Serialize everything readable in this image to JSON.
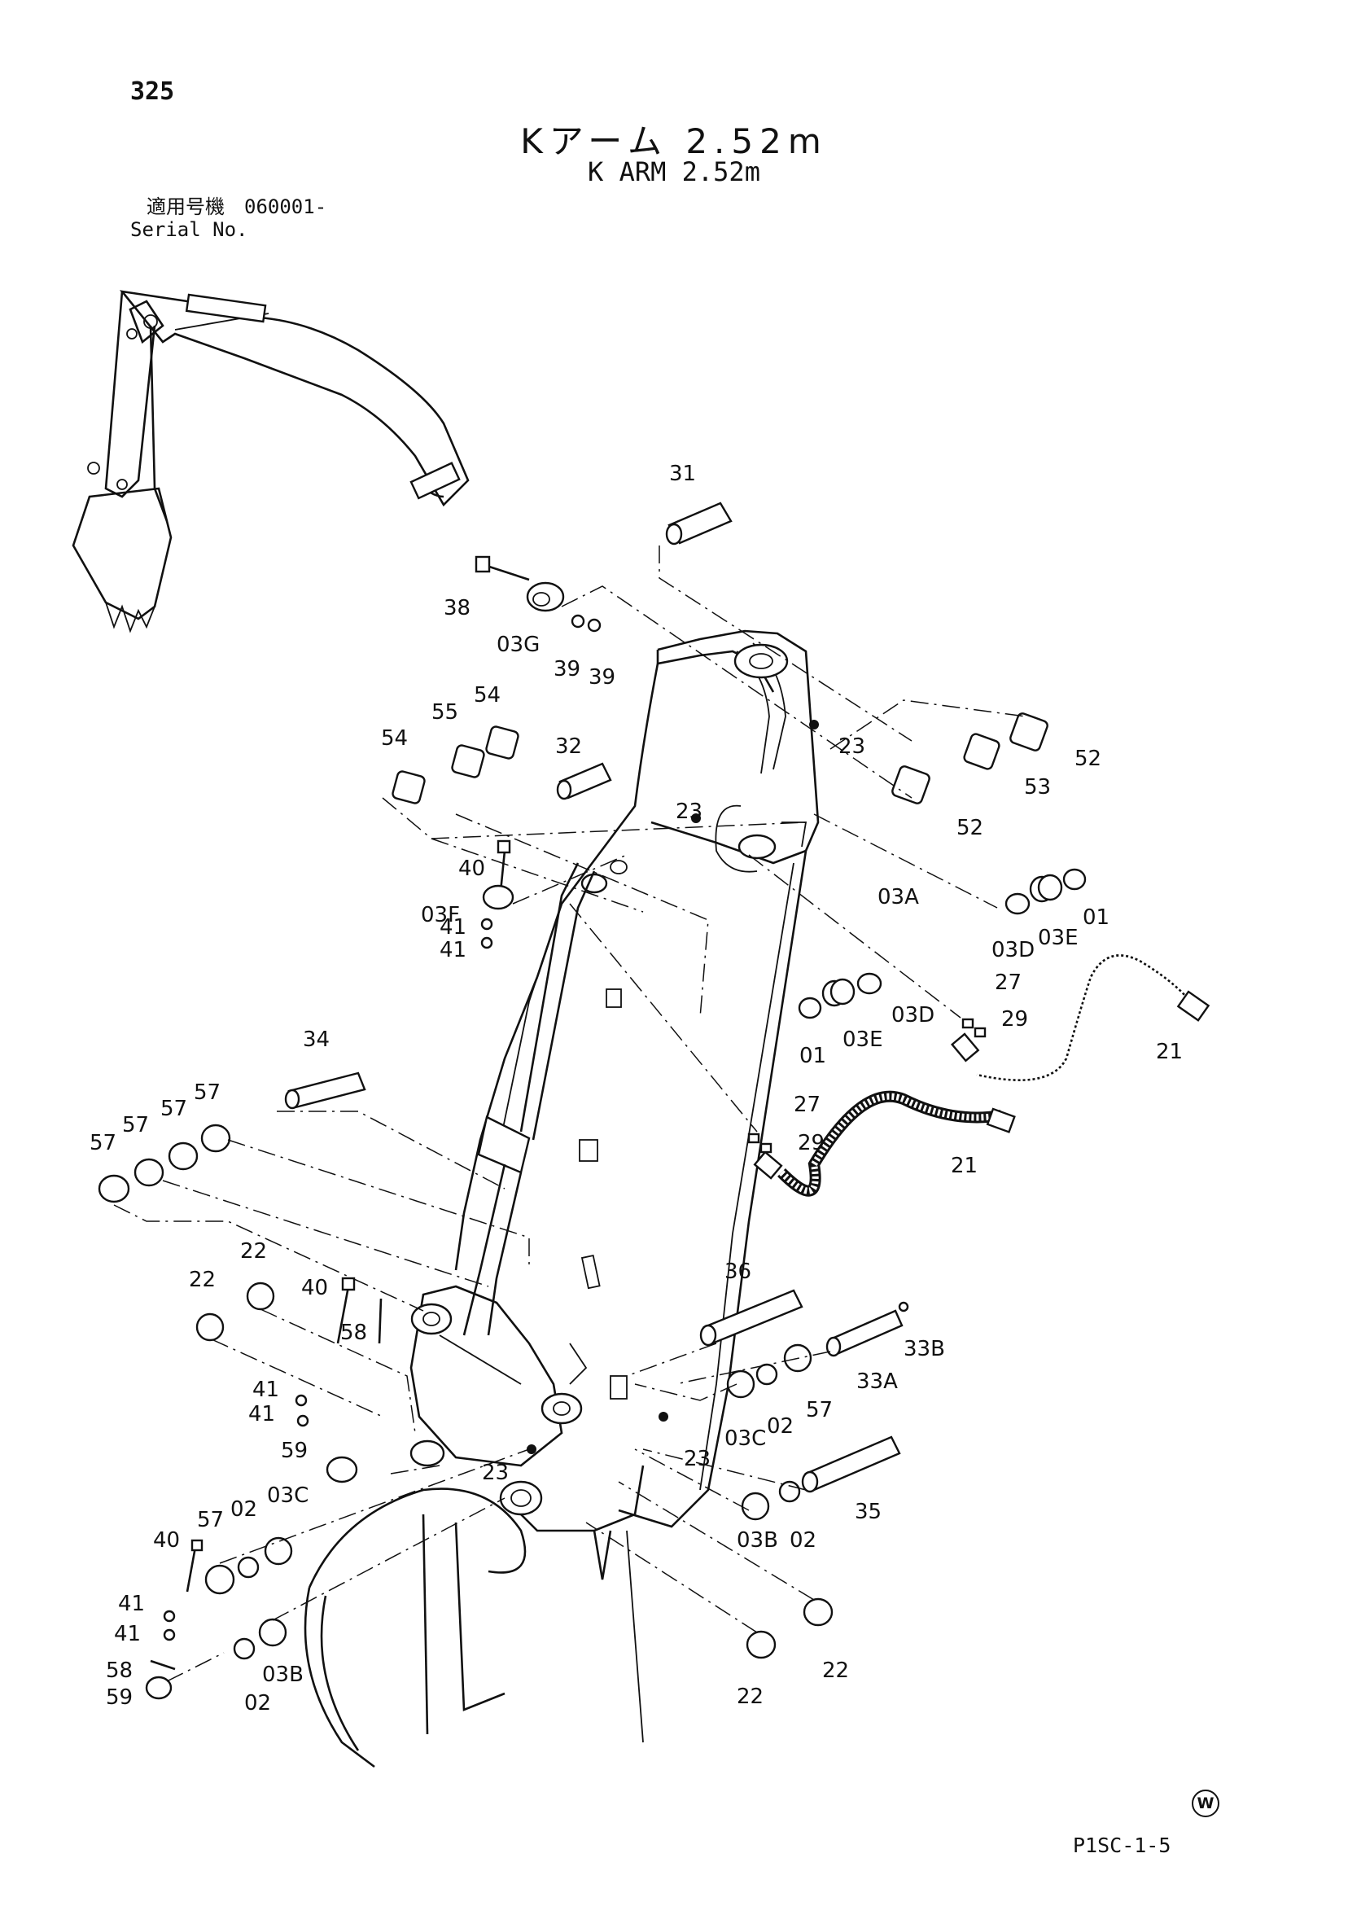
{
  "page_number": "325",
  "title": {
    "japanese": "Kアーム 2.52m",
    "english": "K ARM 2.52m"
  },
  "serial": {
    "label_jp": "適用号機",
    "value": "060001-",
    "label_en": "Serial No."
  },
  "corner_mark": "W",
  "drawing_code": "P1SC-1-5",
  "part_labels": [
    "31",
    "38",
    "03G",
    "39",
    "39",
    "23",
    "52",
    "53",
    "52",
    "54",
    "55",
    "54",
    "32",
    "23",
    "03A",
    "01",
    "03E",
    "03D",
    "40",
    "03F",
    "41",
    "41",
    "03D",
    "03E",
    "01",
    "27",
    "29",
    "21",
    "27",
    "29",
    "21",
    "34",
    "57",
    "57",
    "57",
    "57",
    "22",
    "22",
    "40",
    "58",
    "36",
    "33B",
    "33A",
    "57",
    "02",
    "03C",
    "41",
    "41",
    "59",
    "23",
    "23",
    "03C",
    "02",
    "57",
    "40",
    "41",
    "41",
    "58",
    "59",
    "02",
    "03B",
    "03B",
    "02",
    "35",
    "22",
    "22"
  ],
  "icons": {
    "corner_mark": "circled-w-icon"
  }
}
